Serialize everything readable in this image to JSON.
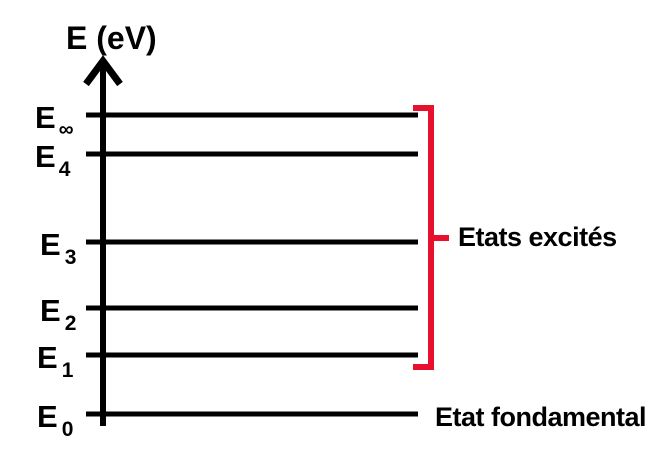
{
  "diagram_type": "energy-level-diagram",
  "axis": {
    "label": "E (eV)"
  },
  "levels": [
    {
      "id": "E-infinity",
      "label": "E",
      "sub": "∞"
    },
    {
      "id": "E4",
      "label": "E",
      "sub": "4"
    },
    {
      "id": "E3",
      "label": "E",
      "sub": "3"
    },
    {
      "id": "E2",
      "label": "E",
      "sub": "2"
    },
    {
      "id": "E1",
      "label": "E",
      "sub": "1"
    },
    {
      "id": "E0",
      "label": "E",
      "sub": "0"
    }
  ],
  "annotations": {
    "excited_states": "Etats excités",
    "ground_state": "Etat fondamental"
  },
  "colors": {
    "bracket": "#e8112d",
    "lines": "#000000",
    "background": "#ffffff"
  }
}
